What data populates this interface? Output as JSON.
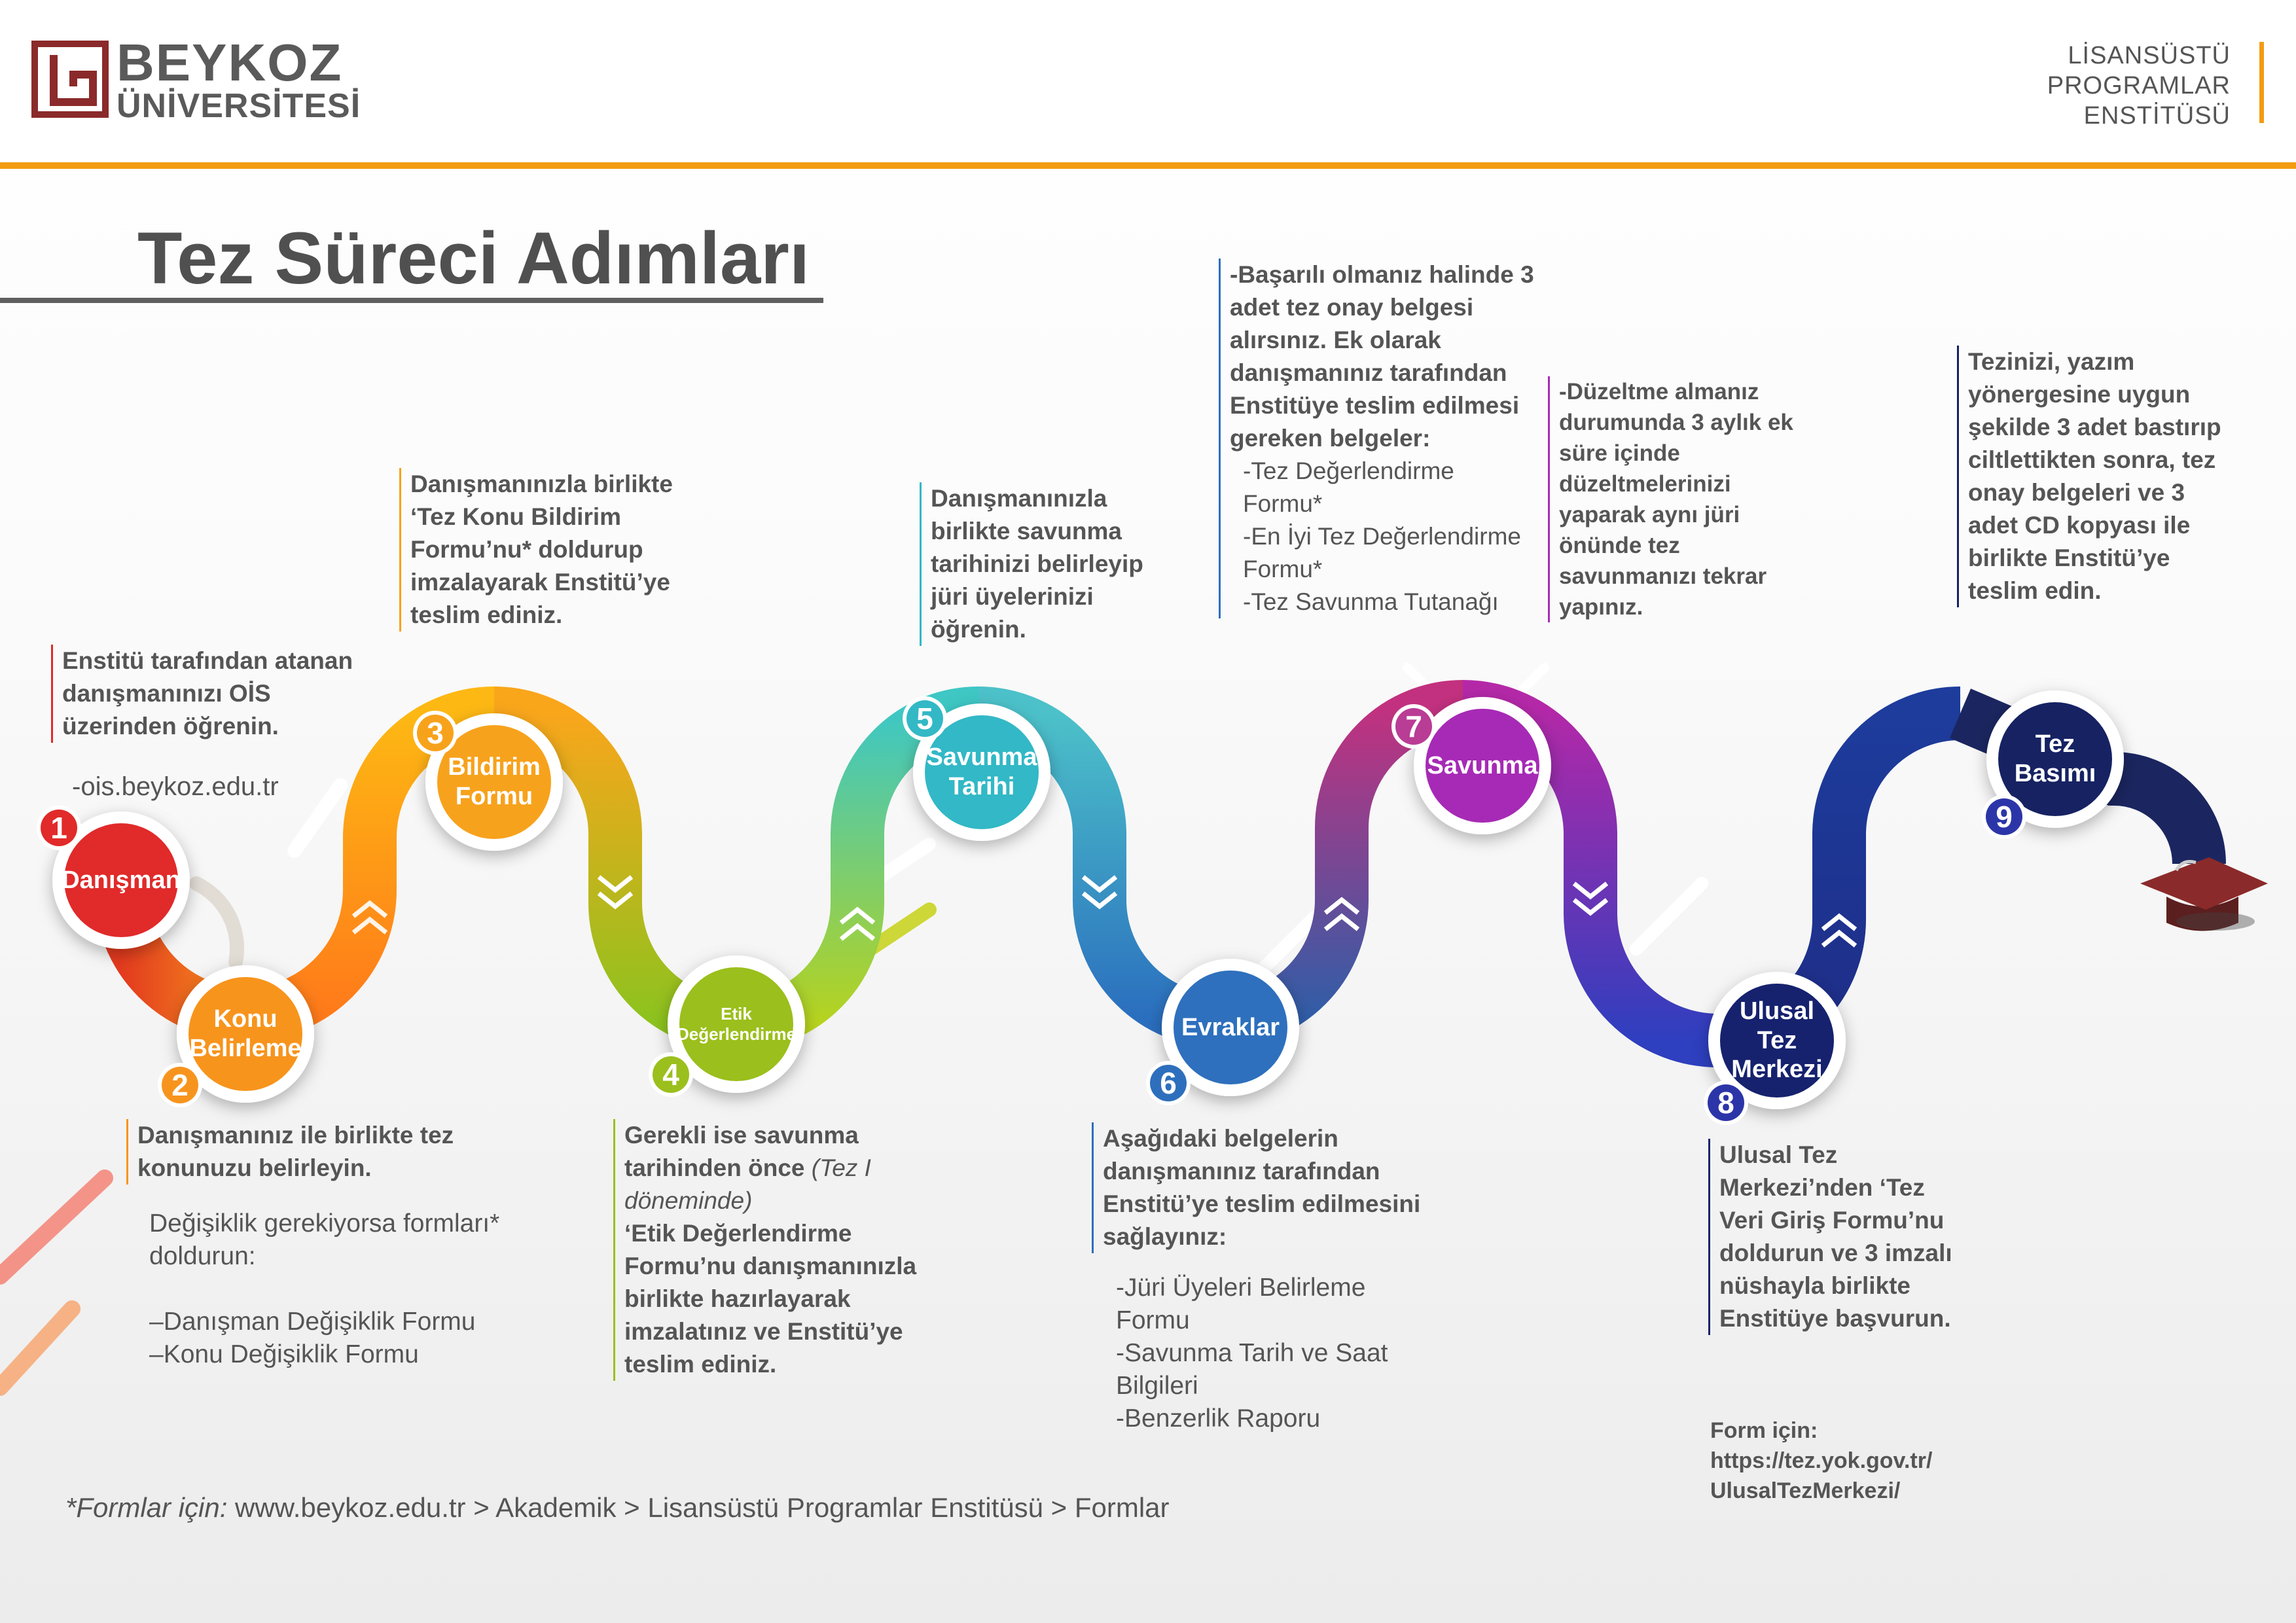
{
  "header": {
    "logo": {
      "line1": "BEYKOZ",
      "line2": "ÜNİVERSİTESİ"
    },
    "institute": [
      "LİSANSÜSTÜ",
      "PROGRAMLAR",
      "ENSTİTÜSÜ"
    ]
  },
  "title": "Tez Süreci Adımları",
  "colors": {
    "accent": "#f39c12",
    "logo": "#8b2a2a"
  },
  "steps": [
    {
      "num": "1",
      "label": "Danışman",
      "color": "#e12a2a"
    },
    {
      "num": "2",
      "label": "Konu Belirleme",
      "color": "#f7941d"
    },
    {
      "num": "3",
      "label": "Bildirim Formu",
      "color": "#f7a21b"
    },
    {
      "num": "4",
      "label": "Etik Değerlendirme",
      "color": "#9bbf1d"
    },
    {
      "num": "5",
      "label": "Savunma Tarihi",
      "color": "#33b8c6"
    },
    {
      "num": "6",
      "label": "Evraklar",
      "color": "#2e6fbd"
    },
    {
      "num": "7",
      "label": "Savunma",
      "color": "#a62cb5"
    },
    {
      "num": "8",
      "label": "Ulusal Tez Merkezi",
      "color": "#19236e"
    },
    {
      "num": "9",
      "label": "Tez Basımı",
      "color": "#142262"
    }
  ],
  "descriptions": {
    "s1": {
      "main": "Enstitü tarafından atanan danışmanınızı OİS üzerinden öğrenin.",
      "link": "-ois.beykoz.edu.tr"
    },
    "s2": {
      "main": "Danışmanınız ile birlikte tez konunuzu belirleyin.",
      "note": "Değişiklik gerekiyorsa formları* doldurun:",
      "form1": "–Danışman Değişiklik Formu",
      "form2": "–Konu Değişiklik Formu"
    },
    "s3": {
      "main": "Danışmanınızla birlikte ‘Tez Konu Bildirim Formu’nu* doldurup imzalayarak Enstitü’ye teslim ediniz."
    },
    "s4": {
      "main_a": "Gerekli ise savunma tarihinden önce",
      "italic": "(Tez I döneminde)",
      "main_b": "‘Etik Değerlendirme Formu’nu danışmanınızla birlikte hazırlayarak imzalatınız ve Enstitü’ye teslim ediniz."
    },
    "s5": {
      "main": "Danışmanınızla birlikte savunma tarihinizi belirleyip jüri üyelerinizi öğrenin."
    },
    "s6": {
      "main": "Aşağıdaki belgelerin danışmanınız tarafından Enstitü’ye teslim edilmesini sağlayınız:",
      "item1": "-Jüri Üyeleri Belirleme Formu",
      "item2": "-Savunma Tarih ve Saat Bilgileri",
      "item3": "-Benzerlik Raporu"
    },
    "s7a": {
      "main": "-Başarılı olmanız halinde 3 adet tez onay belgesi alırsınız. Ek olarak danışmanınız tarafından Enstitüye teslim edilmesi gereken belgeler:",
      "item1": "-Tez Değerlendirme Formu*",
      "item2": "-En İyi Tez Değerlendirme Formu*",
      "item3": "-Tez  Savunma  Tutanağı"
    },
    "s7b": {
      "main": "-Düzeltme almanız durumunda 3 aylık ek süre içinde düzeltmelerinizi yaparak aynı jüri önünde tez savunmanızı tekrar yapınız."
    },
    "s8": {
      "main": "Ulusal Tez Merkezi’nden ‘Tez Veri Giriş Formu’nu doldurun ve 3 imzalı nüshayla birlikte Enstitüye başvurun.",
      "form_label": "Form için:",
      "form_url": "https://tez.yok.gov.tr/UlusalTezMerkezi/"
    },
    "s9": {
      "main": "Tezinizi, yazım yönergesine uygun şekilde 3 adet bastırıp ciltlettikten sonra, tez onay belgeleri ve 3 adet CD kopyası ile birlikte Enstitü’ye teslim edin."
    }
  },
  "footer": {
    "italic": "*Formlar için:",
    "path": "www.beykoz.edu.tr > Akademik > Lisansüstü Programlar Enstitüsü > Formlar"
  }
}
